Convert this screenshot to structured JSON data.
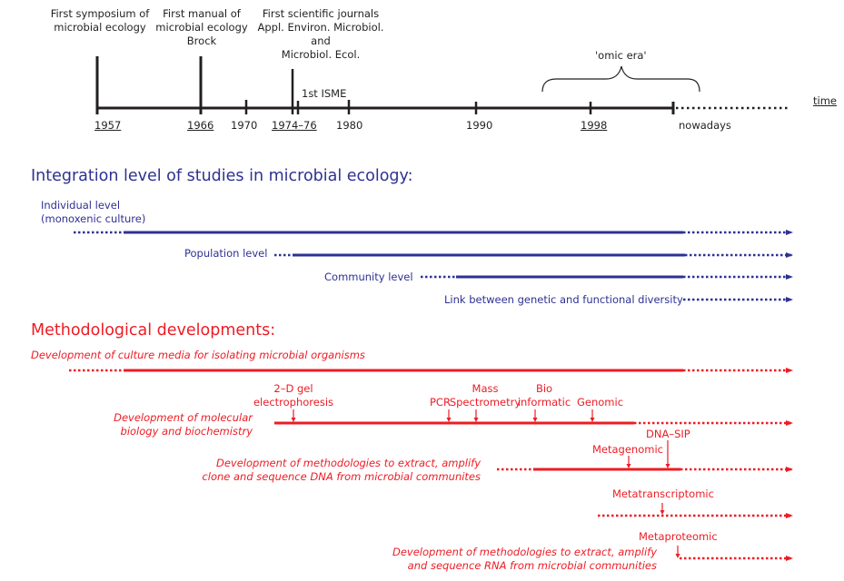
{
  "timeline": {
    "axis_label": "time",
    "ticks": [
      {
        "label": "1957",
        "underlined": true
      },
      {
        "label": "1966",
        "underlined": true
      },
      {
        "label": "1970",
        "underlined": false
      },
      {
        "label": "1974–76",
        "underlined": true
      },
      {
        "label": "1980",
        "underlined": false
      },
      {
        "label": "1990",
        "underlined": false
      },
      {
        "label": "1998",
        "underlined": true
      },
      {
        "label": "nowadays",
        "underlined": false
      }
    ],
    "events": [
      {
        "line1": "First symposium of",
        "line2": "microbial ecology"
      },
      {
        "line1": "First manual of",
        "line2": "microbial ecology",
        "line3": "Brock"
      },
      {
        "line1": "First scientific journals",
        "line2": "Appl. Environ. Microbiol.",
        "line3": "and",
        "line4": "Microbiol. Ecol."
      },
      {
        "line1": "1st ISME"
      }
    ],
    "era_label": "'omic era'"
  },
  "integration": {
    "title": "Integration level of studies in microbial ecology:",
    "color": "#2e3192",
    "levels": [
      {
        "line1": "Individual level",
        "line2": "(monoxenic culture)"
      },
      {
        "label": "Population level"
      },
      {
        "label": "Community level"
      },
      {
        "label": "Link between genetic and functional diversity"
      }
    ]
  },
  "methods": {
    "title": "Methodological developments:",
    "color": "#ed1c24",
    "tracks": [
      {
        "label": "Development of culture media for isolating microbial organisms"
      },
      {
        "line1": "Development of molecular",
        "line2": "biology and biochemistry"
      },
      {
        "line1": "Development of methodologies to extract, amplify",
        "line2": "clone and sequence DNA from microbial communites"
      },
      {
        "line1": "Development of methodologies to extract, amplify",
        "line2": "and sequence RNA from microbial communities"
      }
    ],
    "markers": {
      "gel_line1": "2–D gel",
      "gel_line2": "electrophoresis",
      "pcr": "PCR",
      "mass_line1": "Mass",
      "mass_line2": "Spectrometry",
      "bio_line1": "Bio",
      "bio_line2": "informatic",
      "genomic": "Genomic",
      "dnasip": "DNA–SIP",
      "metagenomic": "Metagenomic",
      "metatranscriptomic": "Metatranscriptomic",
      "metaproteomic": "Metaproteomic"
    }
  }
}
